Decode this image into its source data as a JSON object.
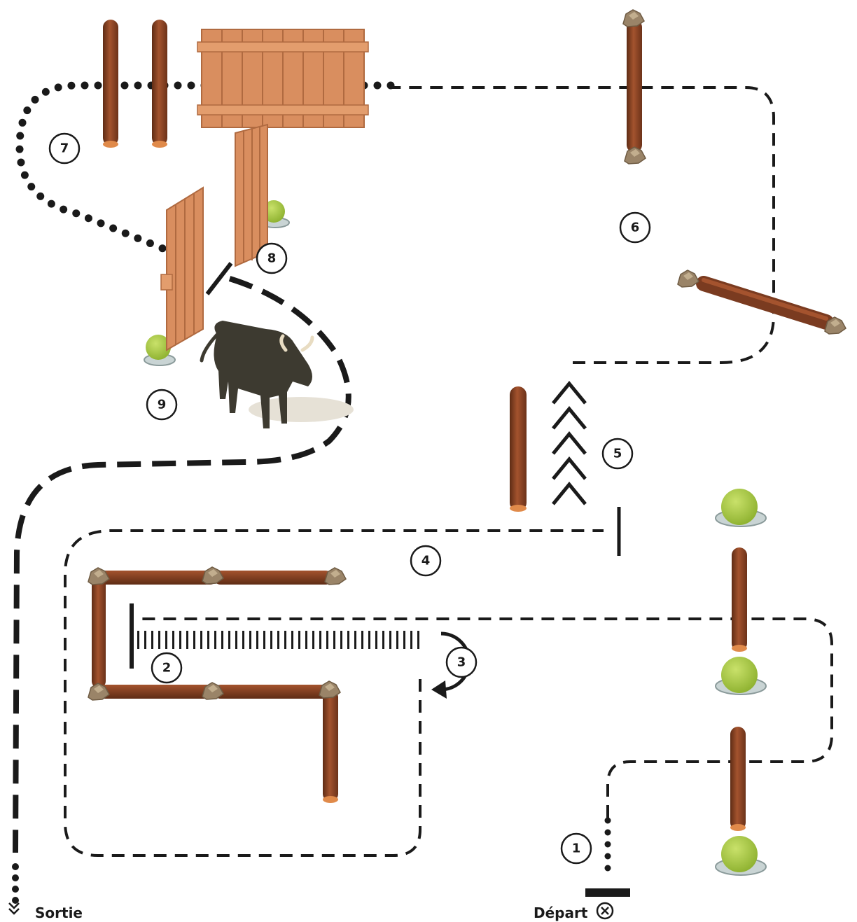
{
  "course": {
    "station_numbers": [
      "1",
      "2",
      "3",
      "4",
      "5",
      "6",
      "7",
      "8",
      "9"
    ],
    "exit": {
      "label": "Sortie",
      "icon": "double-chevron-down-icon"
    },
    "start": {
      "label": "Départ",
      "icon": "circled-x-icon"
    }
  },
  "colors": {
    "path": "#1a1a1a",
    "log": "#7a3b20",
    "log_highlight": "#a4532e",
    "fence": "#d98e5f",
    "fence_line": "#b06a40",
    "ball": "#a5c93d",
    "stone": "#9a8468",
    "bull": "#3d3a30"
  }
}
